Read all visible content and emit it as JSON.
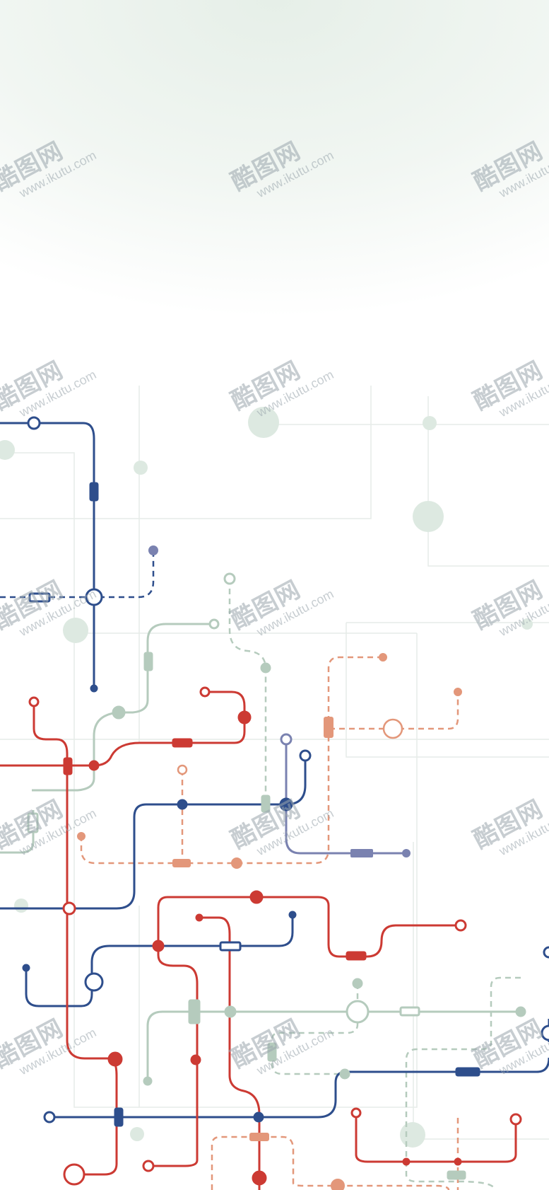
{
  "image": {
    "subject": "transit-style circuit line illustration",
    "background_top": "#e6efe8",
    "background_bottom": "#ffffff",
    "line_colors": {
      "red": "#cc3a33",
      "navy": "#2e4e8c",
      "sage": "#b5cbbd",
      "salmon": "#e3977a",
      "lavender": "#7a82b0",
      "faint_grid": "#e6ece8"
    }
  },
  "watermark": {
    "brand": "酷图网",
    "url": "www.ikutu.com",
    "color": "#9aa6ad"
  }
}
